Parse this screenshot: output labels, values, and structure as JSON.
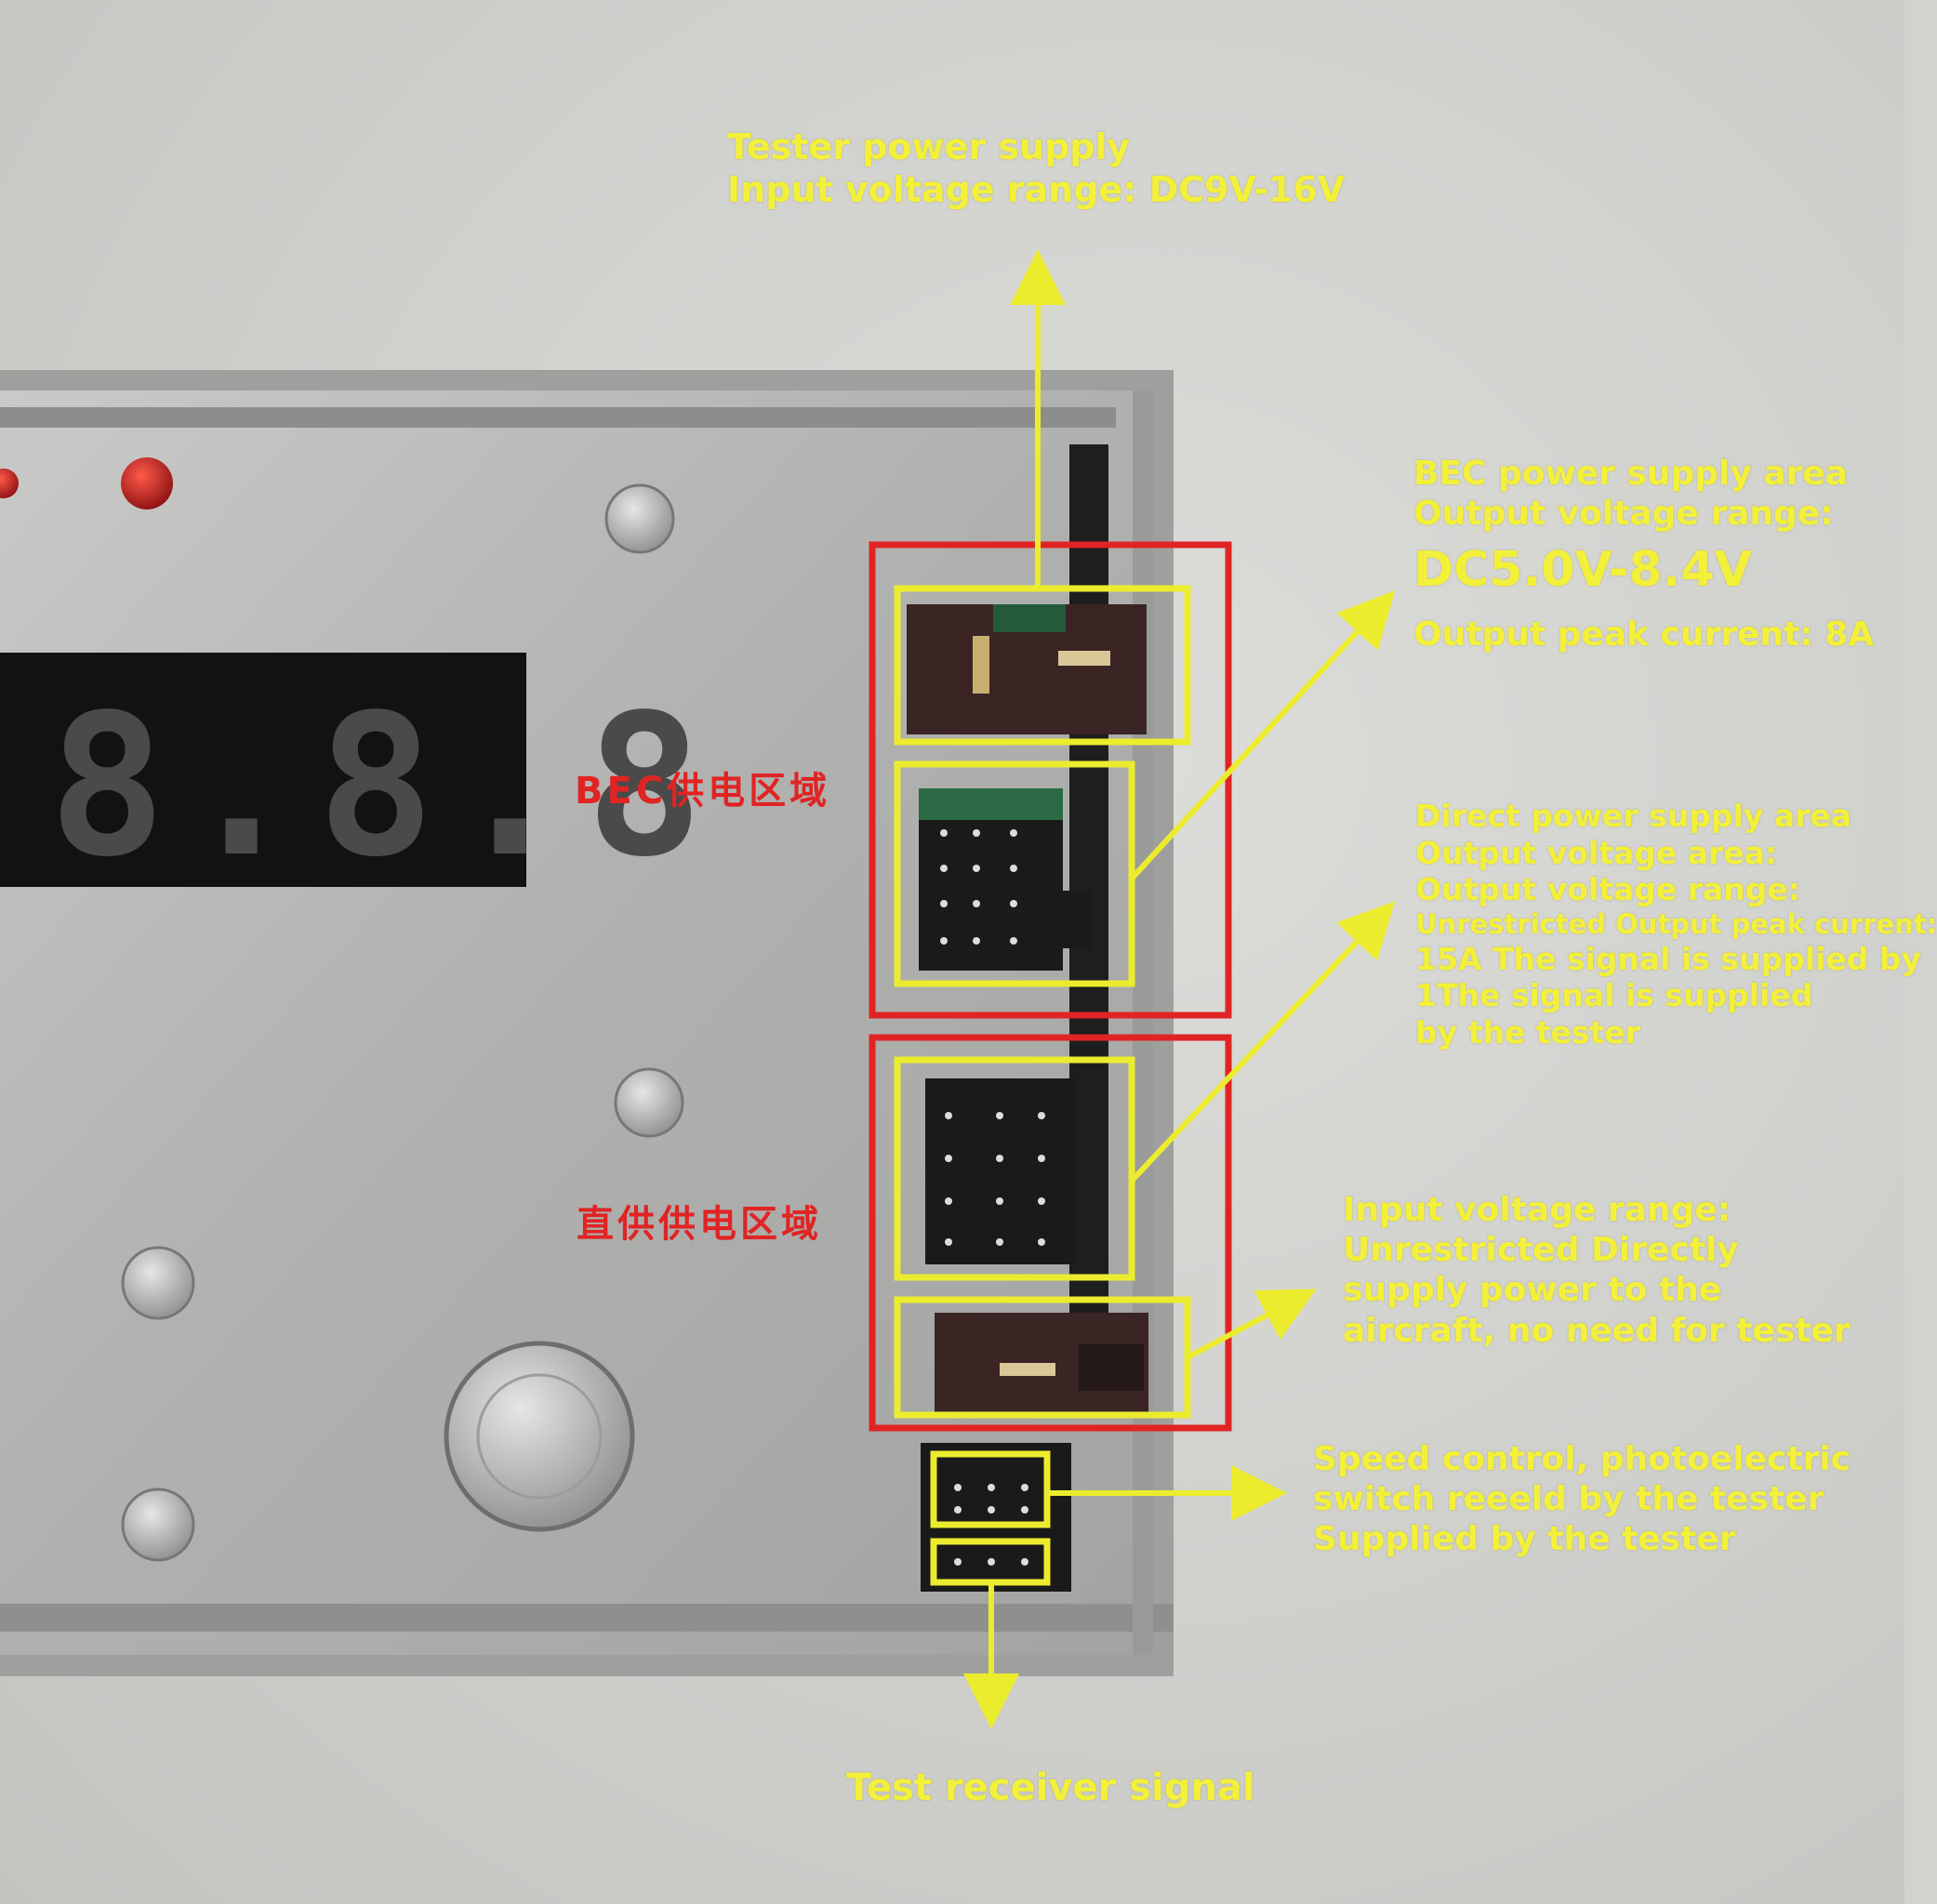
{
  "colors": {
    "label": "#f3f03a",
    "zone_outline": "#e02424",
    "connector_outline": "#ecec2e",
    "panel": "#b4b5b3"
  },
  "display": {
    "digits": "8.8.8"
  },
  "zones": {
    "bec_cn": "BEC供电区域",
    "direct_cn": "直供供电区域"
  },
  "callouts": {
    "tester_power": [
      "Tester power supply",
      "Input voltage range: DC9V-16V"
    ],
    "bec": {
      "lines": [
        "BEC power supply area",
        "Output voltage range:"
      ],
      "voltage": "DC5.0V-8.4V",
      "current": "Output peak current:  8A"
    },
    "direct": [
      "Direct power supply area",
      "Output voltage area:",
      "Output voltage range:",
      "Unrestricted Output peak current:",
      "15A The signal is supplied by",
      "1The signal is supplied",
      "by the tester"
    ],
    "direct_input": [
      "Input voltage range:",
      "Unrestricted Directly",
      "supply power to the",
      "aircraft, no need for tester"
    ],
    "speed": [
      "Speed control, photoelectric",
      "switch reeeld by the tester",
      "Supplied by the tester"
    ],
    "receiver": "Test receiver signal"
  }
}
